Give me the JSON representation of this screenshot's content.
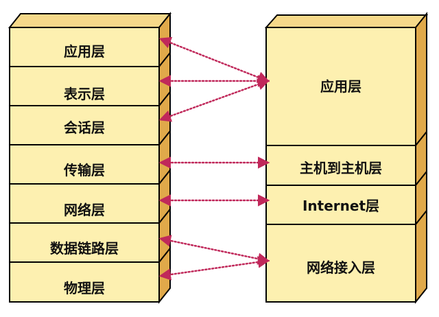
{
  "osi_model": {
    "layers": [
      {
        "label": "应用层"
      },
      {
        "label": "表示层"
      },
      {
        "label": "会话层"
      },
      {
        "label": "传输层"
      },
      {
        "label": "网络层"
      },
      {
        "label": "数据链路层"
      },
      {
        "label": "物理层"
      }
    ]
  },
  "tcpip_model": {
    "layers": [
      {
        "label": "应用层"
      },
      {
        "label": "主机到主机层"
      },
      {
        "label": "Internet层"
      },
      {
        "label": "网络接入层"
      }
    ]
  },
  "colors": {
    "face": "#fdf0b0",
    "top": "#f6d98a",
    "side": "#e0a94a",
    "outline": "#000000",
    "arrow": "#c0285a"
  }
}
